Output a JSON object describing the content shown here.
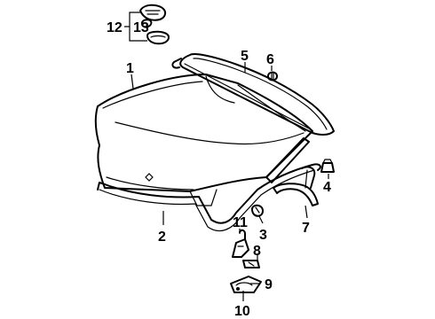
{
  "diagram": {
    "callouts": [
      {
        "id": "1",
        "text": "1"
      },
      {
        "id": "2",
        "text": "2"
      },
      {
        "id": "3",
        "text": "3"
      },
      {
        "id": "4",
        "text": "4"
      },
      {
        "id": "5",
        "text": "5"
      },
      {
        "id": "6",
        "text": "6"
      },
      {
        "id": "7",
        "text": "7"
      },
      {
        "id": "8",
        "text": "8"
      },
      {
        "id": "9",
        "text": "9"
      },
      {
        "id": "10",
        "text": "10"
      },
      {
        "id": "11",
        "text": "11"
      },
      {
        "id": "12",
        "text": "12"
      },
      {
        "id": "13",
        "text": "13"
      }
    ],
    "ink_color": "#000000",
    "background_color": "#ffffff"
  }
}
